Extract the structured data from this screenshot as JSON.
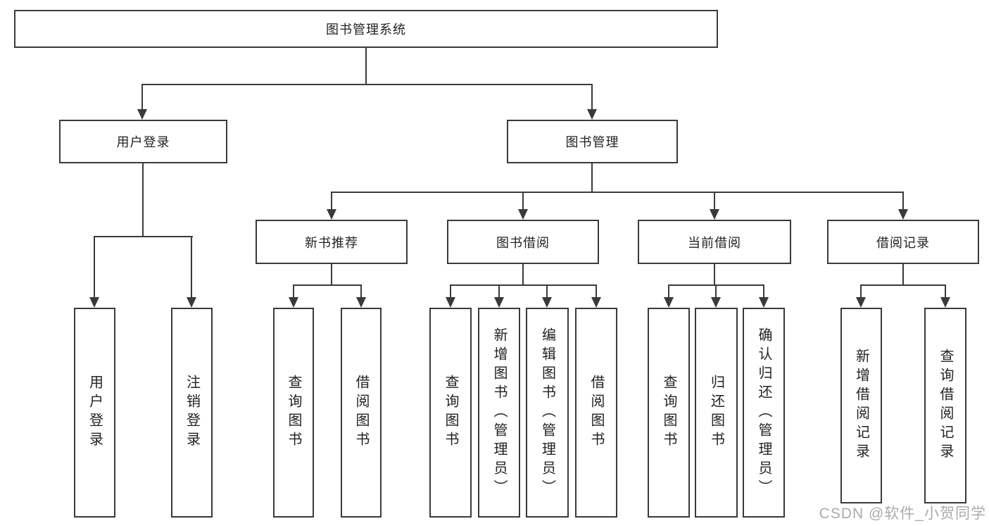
{
  "tree": {
    "root": {
      "label": "图书管理系统"
    },
    "level2": [
      {
        "label": "用户登录"
      },
      {
        "label": "图书管理"
      }
    ],
    "level3": [
      {
        "label": "新书推荐"
      },
      {
        "label": "图书借阅"
      },
      {
        "label": "当前借阅"
      },
      {
        "label": "借阅记录"
      }
    ],
    "leaves": {
      "user_login": [
        "用户登录",
        "注销登录"
      ],
      "new_book_recommendation": [
        "查询图书",
        "借阅图书"
      ],
      "book_borrowing": [
        "查询图书",
        "新增图书（管理员）",
        "编辑图书（管理员）",
        "借阅图书"
      ],
      "current_borrowing": [
        "查询图书",
        "归还图书",
        "确认归还（管理员）"
      ],
      "borrowing_records": [
        "新增借阅记录",
        "查询借阅记录"
      ]
    }
  },
  "watermark": "CSDN @软件_小贺同学",
  "colors": {
    "line": "#3a3a3a",
    "text": "#222222",
    "background": "#ffffff",
    "watermark": "#9c9c9c"
  }
}
